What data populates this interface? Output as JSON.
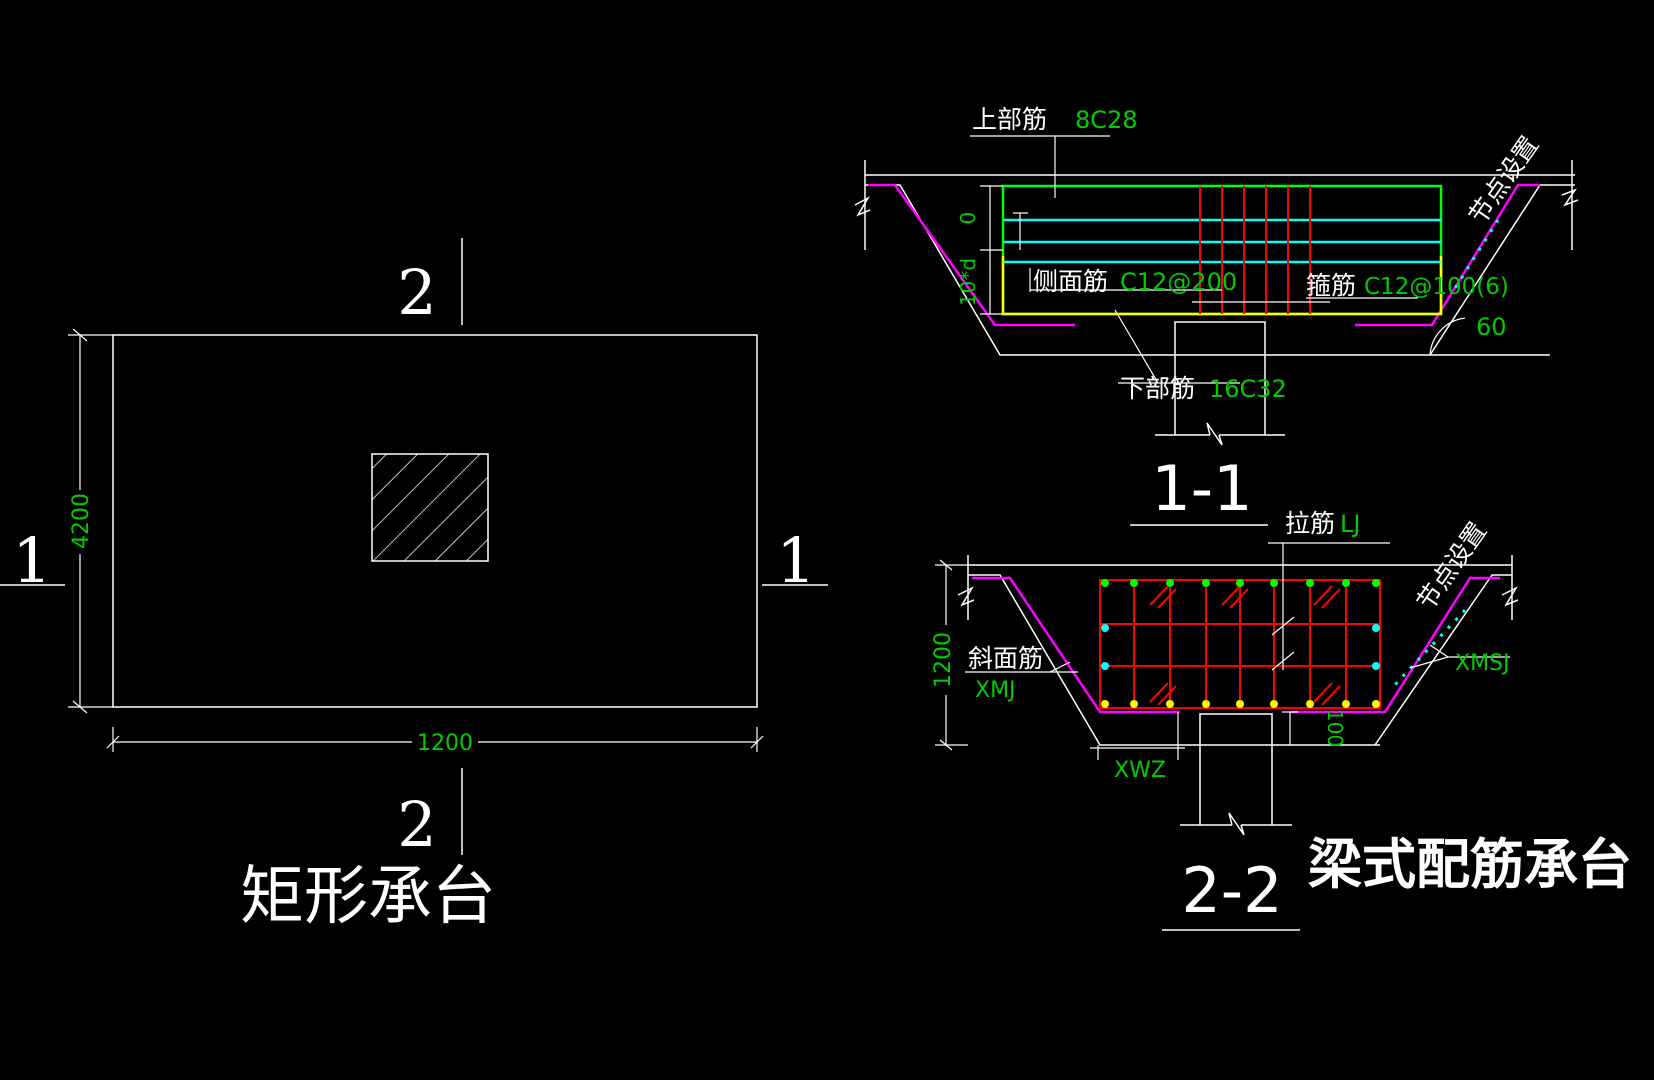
{
  "colors": {
    "background": "#000000",
    "outline": "#ffffff",
    "dimension_text": "#00cc00",
    "top_bar": "#00ff00",
    "side_bar": "#00ffff",
    "bottom_bar": "#ffff00",
    "stirrup": "#ff0000",
    "slope_bar": "#ff00ff",
    "node_mark": "#00ffff"
  },
  "plan": {
    "section_marks": {
      "left": "1",
      "right": "1",
      "top": "2",
      "bottom": "2"
    },
    "dim_height": "4200",
    "dim_width": "1200",
    "title": "矩形承台"
  },
  "section_1_1": {
    "label": "1-1",
    "top_bar_label": "上部筋",
    "top_bar_value": "8C28",
    "side_bar_label": "侧面筋",
    "side_bar_value": "C12@200",
    "stirrup_label": "箍筋",
    "stirrup_value": "C12@100(6)",
    "bottom_bar_label": "下部筋",
    "bottom_bar_value": "16C32",
    "node_text": "节点设置",
    "dim_zero": "0",
    "dim_anchor": "10*d",
    "angle": "60"
  },
  "section_2_2": {
    "label": "2-2",
    "tie_label": "拉筋",
    "tie_value": "LJ",
    "slope_label": "斜面筋",
    "slope_value": "XMJ",
    "slope_stirrup": "XMSJ",
    "node_text": "节点设置",
    "dim_height": "1200",
    "dim_cover": "100",
    "dim_xwz": "XWZ",
    "title": "梁式配筋承台"
  }
}
